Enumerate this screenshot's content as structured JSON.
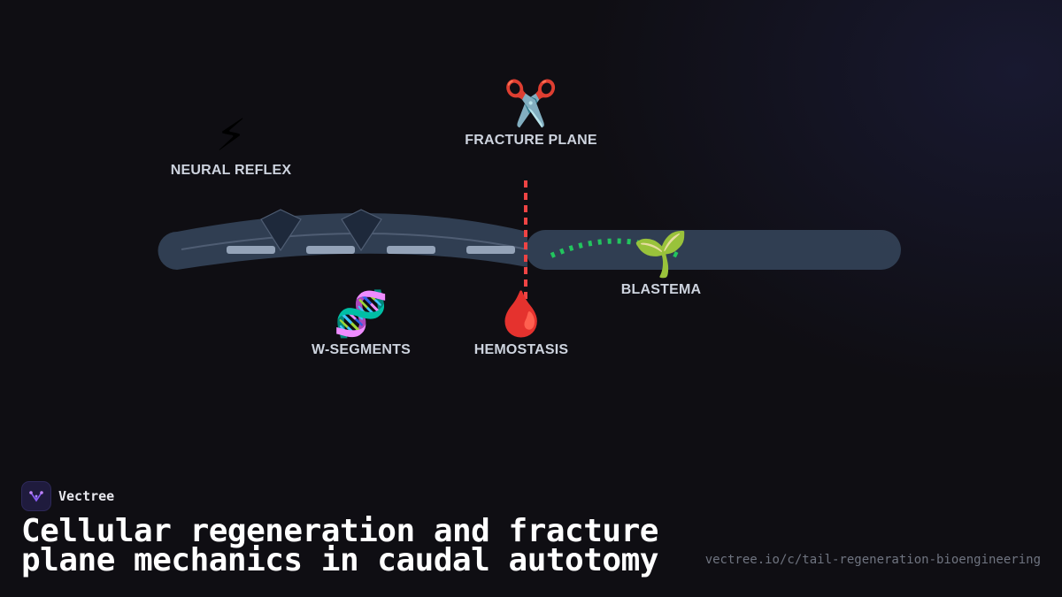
{
  "diagram": {
    "labels": {
      "neural_reflex": "NEURAL REFLEX",
      "fracture_plane": "FRACTURE PLANE",
      "w_segments": "W-SEGMENTS",
      "hemostasis": "HEMOSTASIS",
      "blastema": "BLASTEMA"
    },
    "icons": {
      "neural_reflex": "⚡",
      "fracture_plane": "✂️",
      "w_segments": "🧬",
      "hemostasis": "🩸",
      "blastema": "🌱"
    },
    "colors": {
      "tail_body": "#334155",
      "segment_bar": "#94a3b8",
      "fracture_line": "#ef4444",
      "regrowth": "#22c55e",
      "label_text": "#cdd3de"
    }
  },
  "footer": {
    "brand": "Vectree",
    "title": "Cellular regeneration and fracture plane mechanics in caudal autotomy",
    "url": "vectree.io/c/tail-regeneration-bioengineering"
  }
}
